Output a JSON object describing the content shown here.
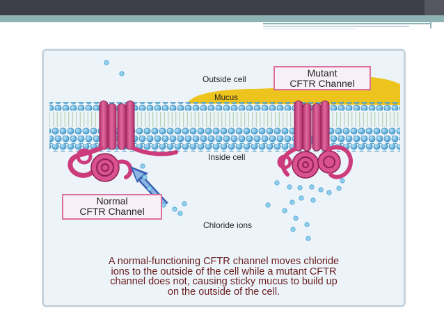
{
  "figure": {
    "labels": {
      "outside_cell": "Outside cell",
      "mucus": "Mucus",
      "inside_cell": "Inside cell",
      "chloride_ions": "Chloride ions"
    },
    "mutant_box": {
      "line1": "Mutant",
      "line2": "CFTR Channel"
    },
    "normal_box": {
      "line1": "Normal",
      "line2": "CFTR Channel"
    },
    "caption": {
      "line1": "A normal-functioning CFTR channel moves chloride",
      "line2": "ions to the outside of the cell while a mutant CFTR",
      "line3": "channel does not, causing sticky mucus to build up",
      "line4": "on the outside of the cell."
    },
    "colors": {
      "membrane_head": "#3f9cd0",
      "mucus": "#edc31e",
      "protein": "#cc3b7b",
      "label_border": "#dd6f9b",
      "caption_text": "#6a1c1c",
      "ion": "#8fd0ef",
      "arrow": "#3b5fb0"
    }
  }
}
